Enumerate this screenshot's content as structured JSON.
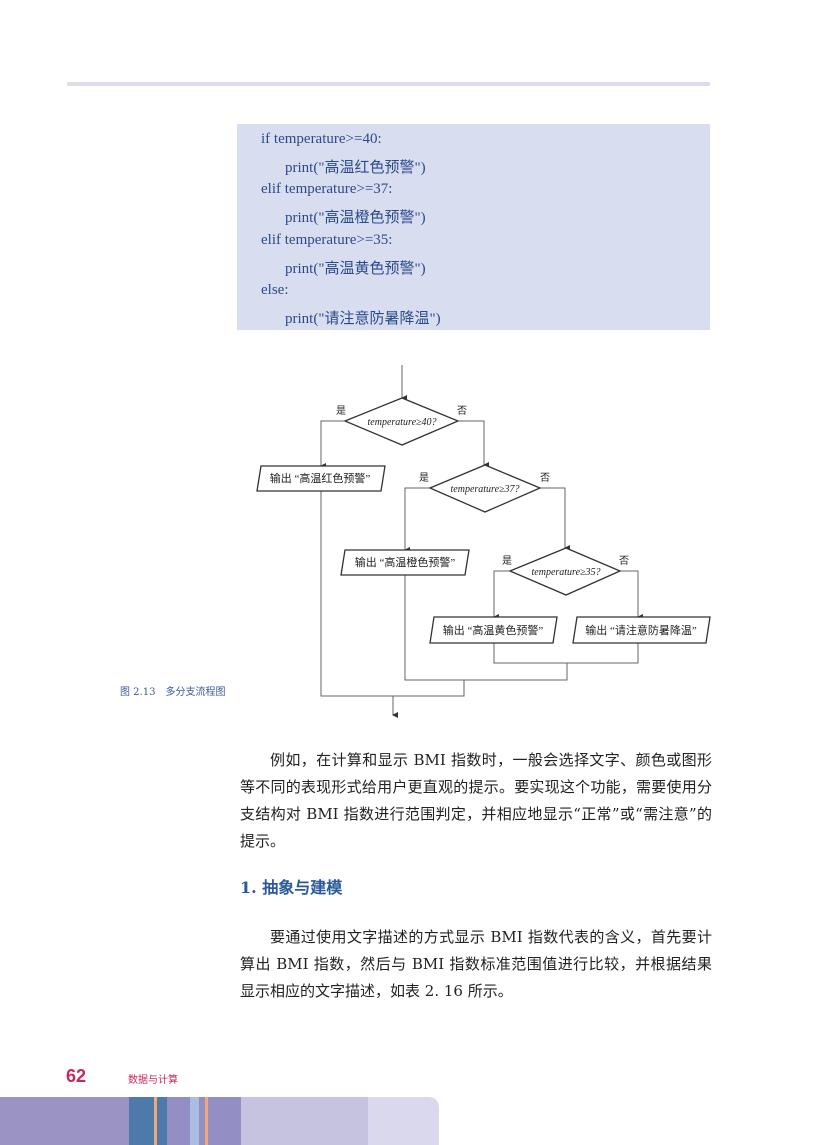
{
  "code": [
    "if temperature>=40:",
    "print(\"高温红色预警\")",
    "elif temperature>=37:",
    "print(\"高温橙色预警\")",
    "elif temperature>=35:",
    "print(\"高温黄色预警\")",
    "else:",
    "print(\"请注意防暑降温\")"
  ],
  "flowchart": {
    "d1": "temperature≥40?",
    "d2": "temperature≥37?",
    "d3": "temperature≥35?",
    "yes": "是",
    "no": "否",
    "b1": "输出 “高温红色预警”",
    "b2": "输出 “高温橙色预警”",
    "b3": "输出 “高温黄色预警”",
    "b4": "输出 “请注意防暑降温”"
  },
  "caption": "图 2.13　多分支流程图",
  "para1": "例如，在计算和显示 BMI 指数时，一般会选择文字、颜色或图形等不同的表现形式给用户更直观的提示。要实现这个功能，需要使用分支结构对 BMI 指数进行范围判定，并相应地显示“正常”或“需注意”的提示。",
  "heading": "1. 抽象与建模",
  "para2": "要通过使用文字描述的方式显示 BMI 指数代表的含义，首先要计算出 BMI 指数，然后与 BMI 指数标准范围值进行比较，并根据结果显示相应的文字描述，如表 2. 16 所示。",
  "footer": {
    "page_number": "62",
    "book_title": "数据与计算"
  }
}
